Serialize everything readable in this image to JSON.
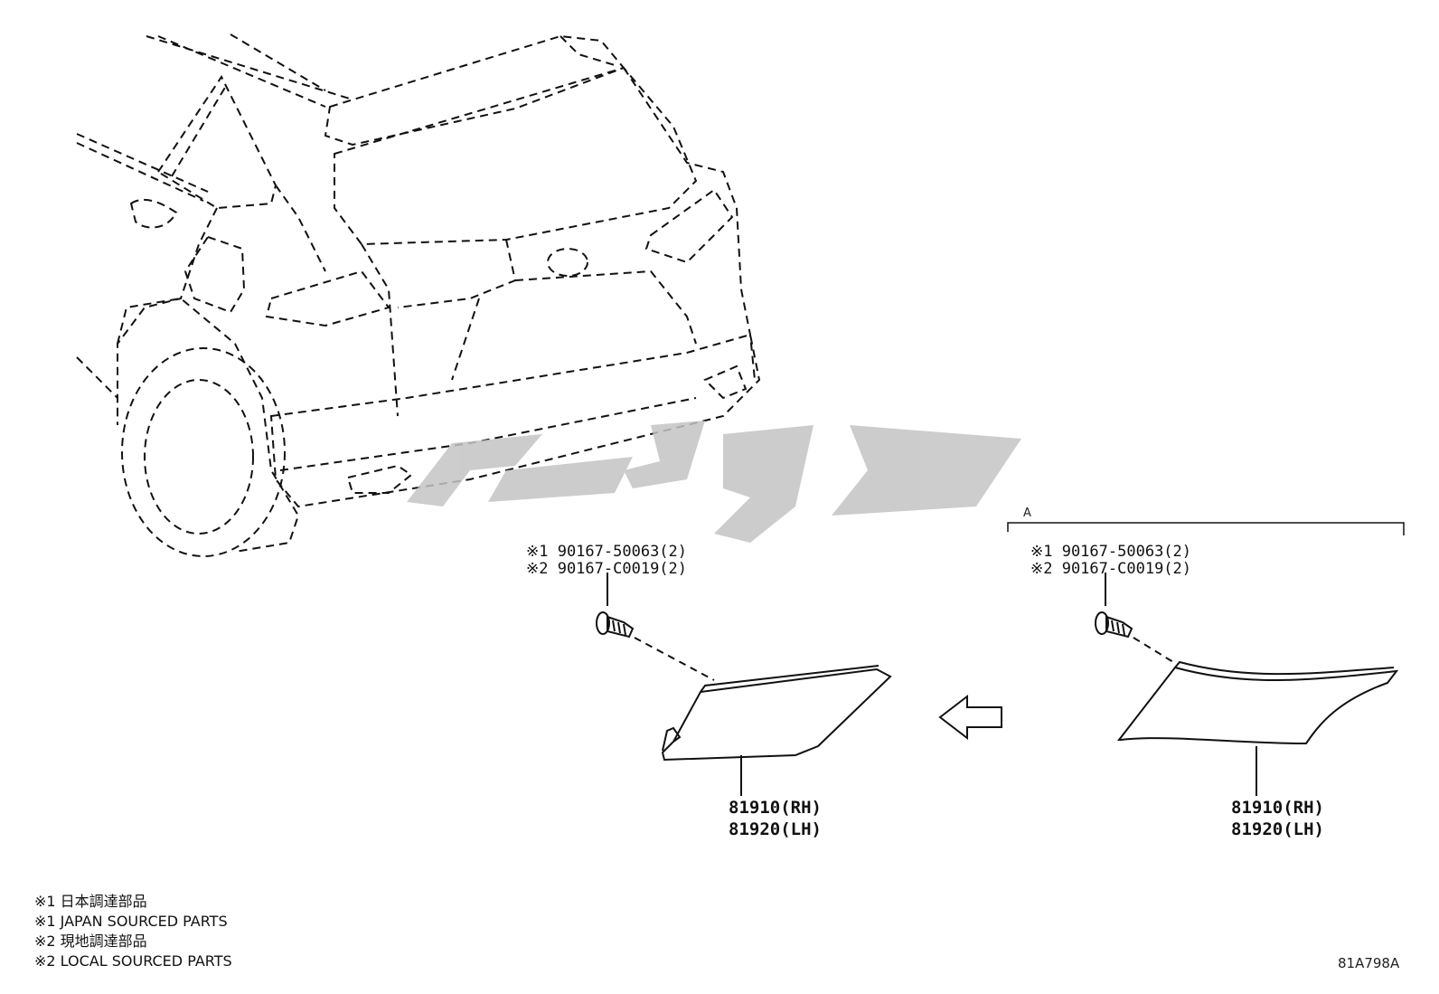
{
  "section_label": "A",
  "left_group": {
    "fastener_line1": "※1 90167-50063(2)",
    "fastener_line2": "※2 90167-C0019(2)",
    "part_rh": "81910(RH)",
    "part_lh": "81920(LH)"
  },
  "right_group": {
    "fastener_line1": "※1 90167-50063(2)",
    "fastener_line2": "※2 90167-C0019(2)",
    "part_rh": "81910(RH)",
    "part_lh": "81920(LH)"
  },
  "notes": [
    "※1 日本調達部品",
    "※1 JAPAN SOURCED PARTS",
    "※2 現地調達部品",
    "※2 LOCAL SOURCED PARTS"
  ],
  "figure_code": "81A798A",
  "colors": {
    "line": "#111111",
    "watermark": "#c4c4c4"
  }
}
